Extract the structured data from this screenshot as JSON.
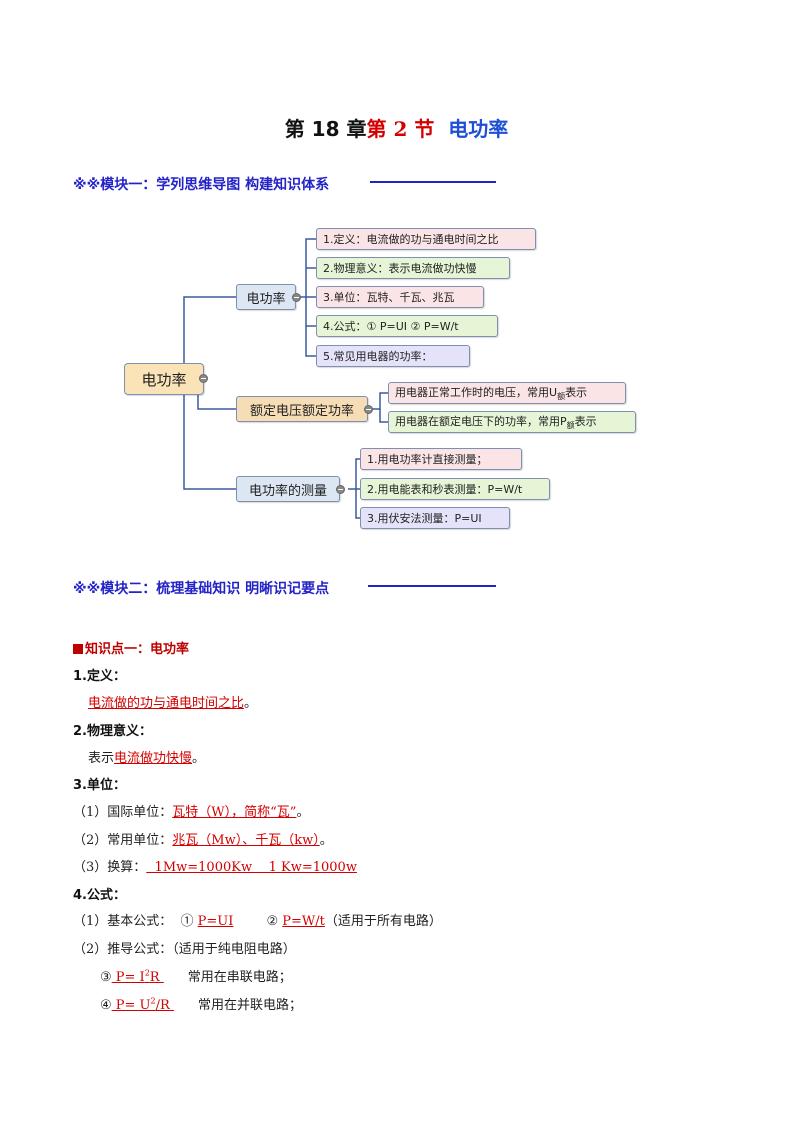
{
  "title": {
    "chapter": "第 18 章",
    "section": "第 2 节",
    "topic": "电功率"
  },
  "module1": {
    "heading": "※※模块一：学列思维导图  构建知识体系"
  },
  "mindmap": {
    "root": "电功率",
    "branch1": {
      "label": "电功率",
      "items": [
        "1.定义：电流做的功与通电时间之比",
        "2.物理意义：表示电流做功快慢",
        "3.单位：瓦特、千瓦、兆瓦",
        "4.公式：① P=UI     ② P=W/t",
        "5.常见用电器的功率："
      ]
    },
    "branch2": {
      "label": "额定电压额定功率",
      "item1_pre": "用电器正常工作时的电压，常用U",
      "item1_sub": "额",
      "item1_post": "表示",
      "item2_pre": "用电器在额定电压下的功率，常用P",
      "item2_sub": "额",
      "item2_post": "表示"
    },
    "branch3": {
      "label": "电功率的测量",
      "items": [
        "1.用电功率计直接测量；",
        "2.用电能表和秒表测量：P=W/t",
        "3.用伏安法测量：P=UI"
      ]
    }
  },
  "module2": {
    "heading": "※※模块二：梳理基础知识  明晰识记要点"
  },
  "knowledge": {
    "kp1_heading": "知识点一：电功率",
    "def_label": "1.定义：",
    "def_answer": "电流做的功与通电时间之比",
    "def_end": "。",
    "meaning_label": "2.物理意义：",
    "meaning_pre": "表示",
    "meaning_answer": "电流做功快慢",
    "meaning_end": "。",
    "unit_label": "3.单位：",
    "unit1_pre": "（1）国际单位：",
    "unit1_answer": "瓦特（W），简称“瓦”",
    "unit1_end": "。",
    "unit2_pre": "（2）常用单位：",
    "unit2_answer": "兆瓦（Mw）、千瓦（kw）",
    "unit2_end": "。",
    "unit3_pre": "（3）换算：",
    "unit3_answer": "  1Mw=1000Kw    1 Kw=1000w",
    "formula_label": "4.公式：",
    "f1_pre": "（1）基本公式：  ① ",
    "f1_a": "P=UI",
    "f1_mid": "        ② ",
    "f1_b": "P=W/t",
    "f1_end": "（适用于所有电路）",
    "f2": "（2）推导公式：（适用于纯电阻电路）",
    "f3_num": "③",
    "f3_answer_pre": " P= I",
    "f3_sup": "2",
    "f3_answer_post": "R ",
    "f3_note": "常用在串联电路；",
    "f4_num": "④",
    "f4_answer_pre": " P= U",
    "f4_sup": "2",
    "f4_answer_post": "/R ",
    "f4_note": "常用在并联电路；"
  },
  "colors": {
    "heading_blue": "#2323c8",
    "answer_red": "#d40000",
    "root_fill": "#fbe3b8",
    "branch1_fill": "#dce7f3",
    "branch2_fill": "#f6ddb6",
    "branch3_fill": "#dce7f3",
    "pink_fill": "#fbe4e6",
    "green_fill": "#e6f5d6",
    "lavender_fill": "#e4e3fa"
  }
}
